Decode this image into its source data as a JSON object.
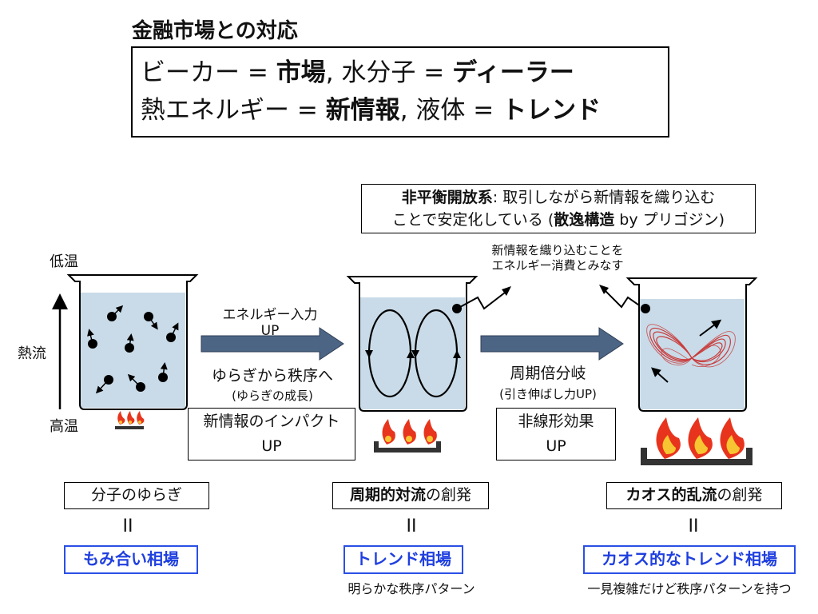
{
  "title": "金融市場との対応",
  "mapping": {
    "l1_a": "ビーカー = ",
    "l1_b": "市場",
    "l1_c": ", 水分子 = ",
    "l1_d": "ディーラー",
    "l2_a": "熱エネルギー = ",
    "l2_b": "新情報",
    "l2_c": ", 液体 = ",
    "l2_d": "トレンド"
  },
  "nonequilibrium": {
    "b1": "非平衡開放系",
    "t1": ": 取引しながら新情報を織り込む",
    "t2": "ことで安定化している (",
    "b2": "散逸構造",
    "t3": " by プリゴジン)"
  },
  "energy_note": {
    "line1": "新情報を織り込むことを",
    "line2": "エネルギー消費とみなす"
  },
  "axis": {
    "low": "低温",
    "high": "高温",
    "flow": "熱流"
  },
  "arrow1": {
    "top1": "エネルギー入力",
    "top2": "UP",
    "main": "ゆらぎから秩序へ",
    "sub": "(ゆらぎの成長)",
    "box1": "新情報のインパクト",
    "box2": "UP"
  },
  "arrow2": {
    "main": "周期倍分岐",
    "sub": "(引き伸ばし力UP)",
    "box1": "非線形効果",
    "box2": "UP"
  },
  "phases": [
    {
      "label": "分子のゆらぎ",
      "bold": "",
      "plain": "",
      "eq": "II",
      "regime": "もみ合い相場",
      "caption": ""
    },
    {
      "label": "",
      "bold": "周期的対流",
      "plain": "の創発",
      "eq": "II",
      "regime": "トレンド相場",
      "caption": "明らかな秩序パターン"
    },
    {
      "label": "",
      "bold": "カオス的乱流",
      "plain": "の創発",
      "eq": "II",
      "regime": "カオス的なトレンド相場",
      "caption": "一見複雑だけど秩序パターンを持つ"
    }
  ],
  "colors": {
    "water": "#c9dbe8",
    "flow_arrow": "#4d6585",
    "regime_blue": "#2b4fe6",
    "flame_red": "#e8341c",
    "flame_yellow": "#f7c531",
    "attractor": "#c83c3c"
  }
}
